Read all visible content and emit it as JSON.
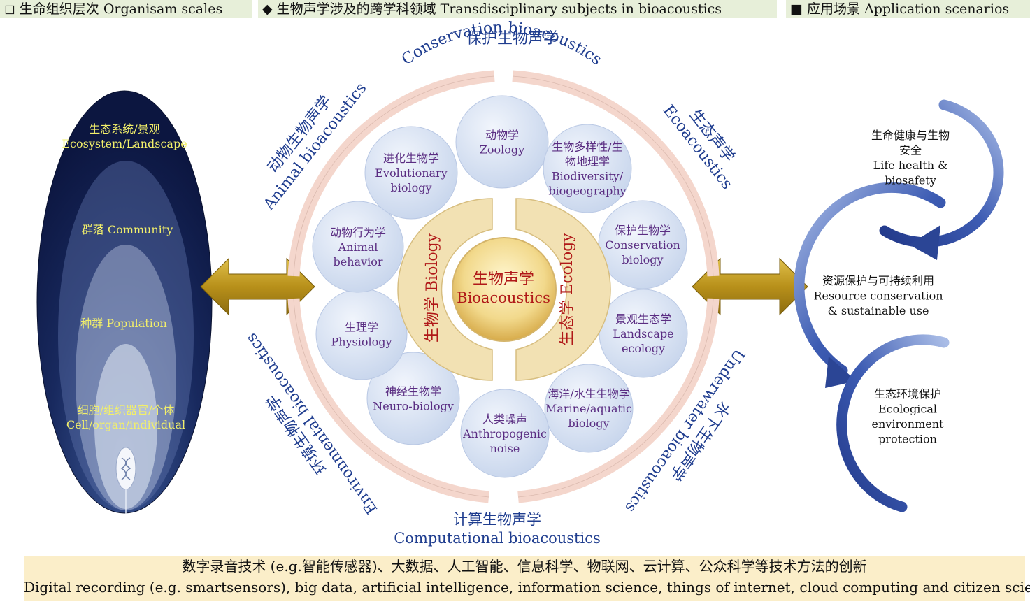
{
  "headers": [
    {
      "marker": "◻",
      "text": "生命组织层次 Organisam scales"
    },
    {
      "marker": "◆",
      "text": "生物声学涉及的跨学科领域 Transdisciplinary subjects in bioacoustics"
    },
    {
      "marker": "■",
      "text": "应用场景 Application scenarios"
    }
  ],
  "scales": [
    {
      "zh": "生态系统/景观",
      "en": "Ecosystem/Landscape"
    },
    {
      "zh": "群落 Community",
      "en": ""
    },
    {
      "zh": "种群 Population",
      "en": ""
    },
    {
      "zh": "细胞/组织器官/个体",
      "en": "Cell/organ/individual"
    }
  ],
  "center": {
    "zh": "生物声学",
    "en": "Bioacoustics"
  },
  "halves": {
    "left": "生物学 Biology",
    "right": "生态学 Ecology"
  },
  "subjects": [
    {
      "lines": [
        "动物学",
        "Zoology"
      ]
    },
    {
      "lines": [
        "生物多样性/生",
        "物地理学",
        "Biodiversity/",
        "biogeography"
      ]
    },
    {
      "lines": [
        "保护生物学",
        "Conservation",
        "biology"
      ]
    },
    {
      "lines": [
        "景观生态学",
        "Landscape",
        "ecology"
      ]
    },
    {
      "lines": [
        "海洋/水生生物学",
        "Marine/aquatic",
        "biology"
      ]
    },
    {
      "lines": [
        "人类噪声",
        "Anthropogenic",
        "noise"
      ]
    },
    {
      "lines": [
        "神经生物学",
        "Neuro-biology"
      ]
    },
    {
      "lines": [
        "生理学",
        "Physiology"
      ]
    },
    {
      "lines": [
        "动物行为学",
        "Animal",
        "behavior"
      ]
    },
    {
      "lines": [
        "进化生物学",
        "Evolutionary",
        "biology"
      ]
    }
  ],
  "ring_labels": {
    "top": {
      "zh": "保护生物声学",
      "en": "Conservation bioacoustics"
    },
    "bottom": {
      "zh": "计算生物声学",
      "en": "Computational bioacoustics"
    },
    "upper_left": {
      "zh": "动物生物声学",
      "en": "Animal bioacoustics"
    },
    "upper_right": {
      "zh": "生态声学",
      "en": "Ecoacoustics"
    },
    "lower_left": {
      "zh": "环境生物声学",
      "en": "Environmental bioacoustics"
    },
    "lower_right": {
      "zh": "水下生物声学",
      "en": "Underwater bioacoustics"
    }
  },
  "applications": [
    {
      "lines": [
        "生命健康与生物",
        "安全",
        "Life health &",
        "biosafety"
      ]
    },
    {
      "lines": [
        "资源保护与可持续利用",
        "Resource conservation",
        "& sustainable use"
      ]
    },
    {
      "lines": [
        "生态环境保护",
        "Ecological",
        "environment",
        "protection"
      ]
    }
  ],
  "bottom": {
    "zh": "数字录音技术 (e.g.智能传感器)、大数据、人工智能、信息科学、物联网、云计算、公众科学等技术方法的创新",
    "en": "Digital recording (e.g. smartsensors), big data, artificial intelligence, information science, things of internet, cloud  computing and citizen science"
  },
  "colors": {
    "header_bg": "#e7efd9",
    "ellipse_dark": "#0f1d4d",
    "scale_text": "#f2ef6a",
    "ring": "#f4d6cc",
    "bubble": "#d5dff0",
    "subject_text": "#5a2d82",
    "center_red": "#b01818",
    "ring_label_blue": "#1f3d8f",
    "arrow_gold": "#c4a01c",
    "loop_blue": "#3a5ab0",
    "bottom_bg": "#fbeec9"
  }
}
